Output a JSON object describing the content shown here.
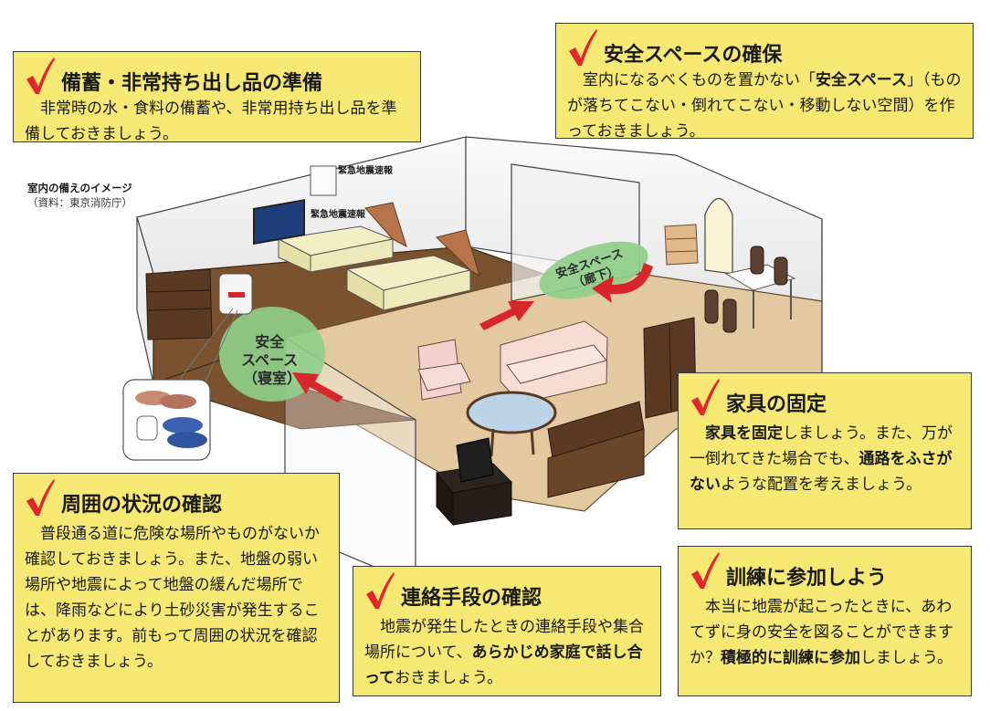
{
  "illustration": {
    "caption_title": "室内の備えのイメージ",
    "caption_source": "（資料：東京消防庁）",
    "safe_space_bedroom": [
      "安全",
      "スペース",
      "（寝室）"
    ],
    "safe_space_hallway": [
      "安全スペース",
      "（廊下）"
    ],
    "eew_labels": [
      "緊急地震速報",
      "緊急地震速報"
    ]
  },
  "cards": {
    "stockpile": {
      "title": "備蓄・非常持ち出し品の準備",
      "body": "非常時の水・食料の備蓄や、非常用持ち出し品を準備しておきましょう。"
    },
    "safe_space": {
      "title": "安全スペースの確保",
      "body_pre": "室内になるべくものを置かない「",
      "body_bold": "安全スペース",
      "body_post": "」（ものが落ちてこない・倒れてこない・移動しない空間）を作っておきましょう。"
    },
    "furniture": {
      "title": "家具の固定",
      "b1": "家具を固定",
      "t1": "しましょう。また、万が一倒れてきた場合でも、",
      "b2": "通路をふさがない",
      "t2": "ような配置を考えましょう。"
    },
    "surroundings": {
      "title": "周囲の状況の確認",
      "body": "普段通る道に危険な場所やものがないか確認しておきましょう。また、地盤の弱い場所や地震によって地盤の緩んだ場所では、降雨などにより土砂災害が発生することがあります。前もって周囲の状況を確認しておきましょう。"
    },
    "contact": {
      "title": "連絡手段の確認",
      "t1": "地震が発生したときの連絡手段や集合場所について、",
      "b1": "あらかじめ家庭で話し合って",
      "t2": "おきましょう。"
    },
    "training": {
      "title": "訓練に参加しよう",
      "t1": "本当に地震が起こったときに、あわてずに身の安全を図ることができますか？",
      "b1": "積極的に訓練に参加",
      "t2": "しましょう。"
    }
  },
  "colors": {
    "card_bg": "#f5e873",
    "check_red": "#e3262b",
    "floor_brown": "#7a5230",
    "floor_beige": "#e2c9a0",
    "safe_green": "#8fce8a",
    "arrow_red": "#d8262a"
  }
}
